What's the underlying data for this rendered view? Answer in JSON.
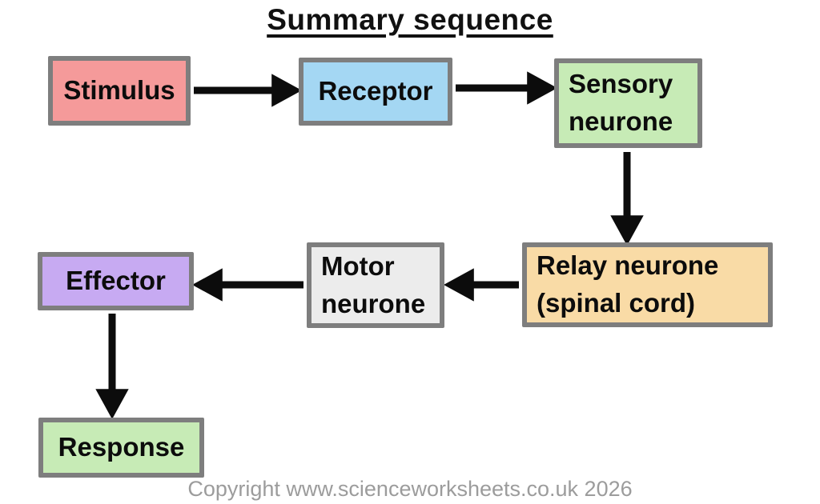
{
  "title": "Summary sequence",
  "nodes": {
    "stimulus": {
      "label": "Stimulus",
      "lines": [
        "Stimulus"
      ],
      "fill": "#f59a9a"
    },
    "receptor": {
      "label": "Receptor",
      "lines": [
        "Receptor"
      ],
      "fill": "#a4d7f3"
    },
    "sensory": {
      "label": "Sensory neurone",
      "lines": [
        "Sensory",
        "neurone"
      ],
      "fill": "#c7ebb6"
    },
    "relay": {
      "label": "Relay neurone (spinal cord)",
      "lines": [
        "Relay neurone",
        "(spinal cord)"
      ],
      "fill": "#f9dba6"
    },
    "motor": {
      "label": "Motor neurone",
      "lines": [
        "Motor",
        "neurone"
      ],
      "fill": "#ececec"
    },
    "effector": {
      "label": "Effector",
      "lines": [
        "Effector"
      ],
      "fill": "#c7aaf2"
    },
    "response": {
      "label": "Response",
      "lines": [
        "Response"
      ],
      "fill": "#c7ebb6"
    }
  },
  "edges": [
    {
      "from": "stimulus",
      "to": "receptor"
    },
    {
      "from": "receptor",
      "to": "sensory"
    },
    {
      "from": "sensory",
      "to": "relay"
    },
    {
      "from": "relay",
      "to": "motor"
    },
    {
      "from": "motor",
      "to": "effector"
    },
    {
      "from": "effector",
      "to": "response"
    }
  ],
  "colors": {
    "box_border": "#7e7e7e",
    "arrow": "#0c0c0c",
    "text": "#0c0c0c",
    "copyright_text": "#9c9c9c",
    "background": "#ffffff"
  },
  "footer": {
    "copyright": "Copyright www.scienceworksheets.co.uk 2026"
  }
}
